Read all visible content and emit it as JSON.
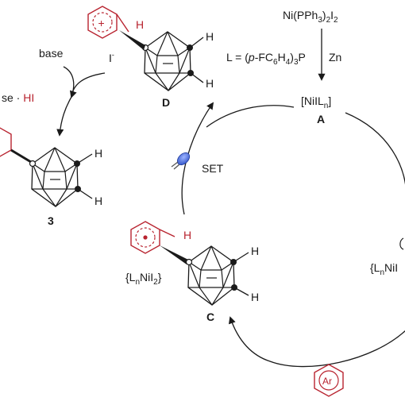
{
  "labels": {
    "catalyst_precursor": "Ni(PPh",
    "catalyst_precursor_mid": "3",
    "catalyst_precursor_end": ")",
    "catalyst_precursor_sub2": "2",
    "catalyst_precursor_I": "I",
    "ligand_prefix": "L = (",
    "ligand_p": "p",
    "ligand_fc": "-FC",
    "ligand_6": "6",
    "ligand_h": "H",
    "ligand_4": "4",
    "ligand_end": ")",
    "ligand_3": "3",
    "ligand_P": "P",
    "reductant": "Zn",
    "nil_open": "[NiIL",
    "nil_n": "n",
    "nil_close": "]",
    "compound_A": "A",
    "compound_C": "C",
    "compound_D": "D",
    "compound_3": "3",
    "base": "base",
    "base_hi": "se · ",
    "hi": "HI",
    "iodide": "I",
    "iodide_charge": "-",
    "set": "SET",
    "lnnil2_open": "{L",
    "lnnil2_n": "n",
    "lnnil2_mid": "NiI",
    "lnnil2_2": "2",
    "lnnil2_close": "}",
    "lnnil_right": "{L",
    "lnnil_right_n": "n",
    "lnnil_right_end": "NiI",
    "ar": "Ar",
    "h": "H",
    "plus": "+"
  },
  "colors": {
    "accent_red": "#b8232f",
    "ink": "#1a1a1a",
    "led_blue": "#2b4fc7"
  }
}
